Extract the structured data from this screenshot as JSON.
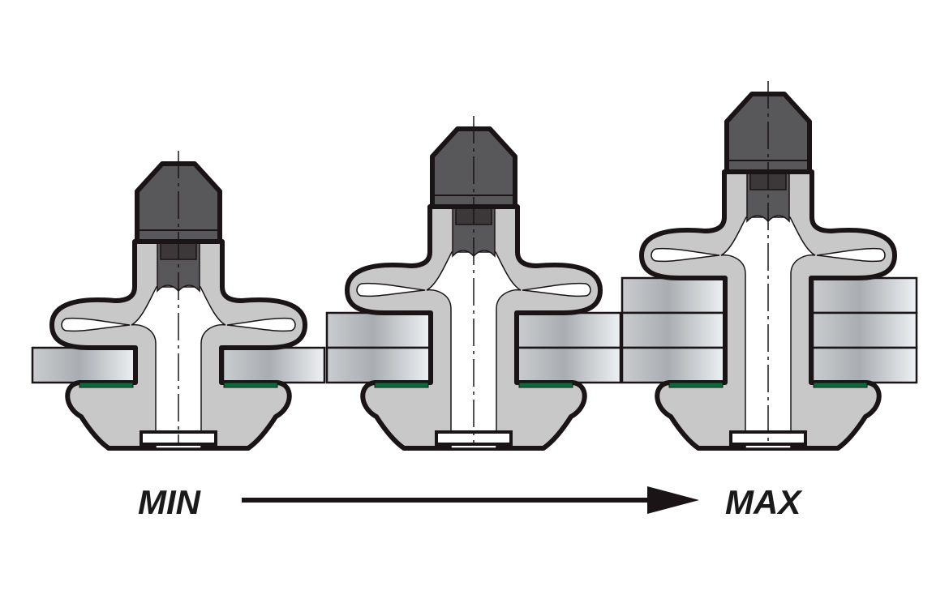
{
  "diagram": {
    "min_label": "MIN",
    "max_label": "MAX",
    "rivets": [
      {
        "name": "rivet-min-grip",
        "sheets": 1
      },
      {
        "name": "rivet-mid-grip",
        "sheets": 2
      },
      {
        "name": "rivet-max-grip",
        "sheets": 3
      }
    ],
    "colors": {
      "body": "#c8c8c8",
      "head": "#58575a",
      "pin_dark": "#3c3738",
      "washer": "#0b6a3a",
      "outline": "#1a1416"
    }
  }
}
